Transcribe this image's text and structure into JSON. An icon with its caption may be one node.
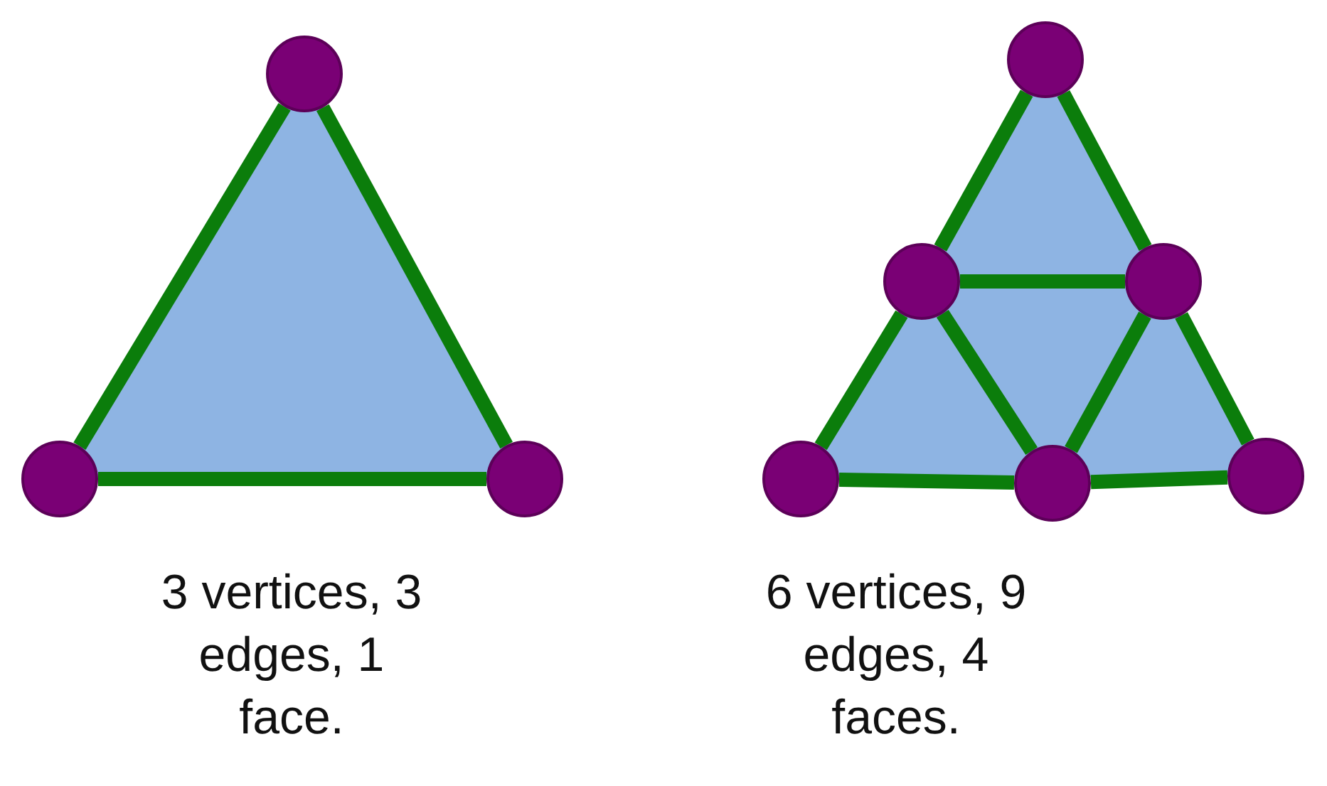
{
  "diagram": {
    "nodes": [
      {
        "text": [],
        "shape": "circle"
      },
      {
        "text": [],
        "shape": "circle"
      },
      {
        "text": [],
        "shape": "circle"
      },
      {
        "text": [],
        "shape": "circle"
      },
      {
        "text": [],
        "shape": "circle"
      },
      {
        "text": [],
        "shape": "circle"
      },
      {
        "text": [],
        "shape": "circle"
      },
      {
        "text": [],
        "shape": "circle"
      },
      {
        "text": [],
        "shape": "circle"
      }
    ],
    "edges": [
      {
        "from": 0,
        "to": 1,
        "arrow": "none"
      },
      {
        "from": 0,
        "to": 2,
        "arrow": "none"
      },
      {
        "from": 1,
        "to": 2,
        "arrow": "none"
      },
      {
        "from": 3,
        "to": 4,
        "arrow": "none"
      },
      {
        "from": 3,
        "to": 5,
        "arrow": "none"
      },
      {
        "from": 4,
        "to": 5,
        "arrow": "none"
      },
      {
        "from": 4,
        "to": 6,
        "arrow": "none"
      },
      {
        "from": 4,
        "to": 7,
        "arrow": "none"
      },
      {
        "from": 5,
        "to": 7,
        "arrow": "none"
      },
      {
        "from": 5,
        "to": 8,
        "arrow": "none"
      },
      {
        "from": 6,
        "to": 7,
        "arrow": "none"
      },
      {
        "from": 7,
        "to": 8,
        "arrow": "none"
      }
    ],
    "labels": [
      "3 vertices, 3 edges, 1 face.",
      "6 vertices, 9 edges, 4 faces."
    ]
  }
}
